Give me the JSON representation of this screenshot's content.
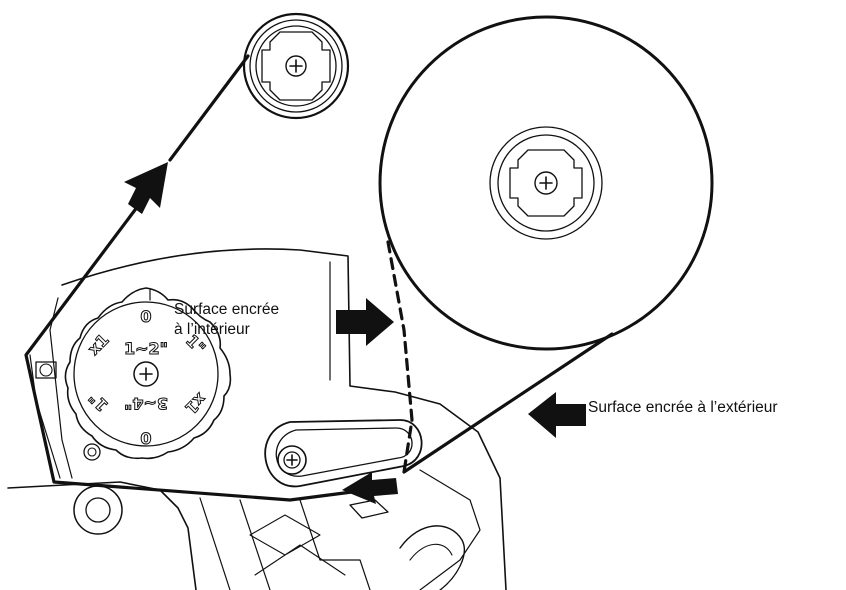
{
  "labels": {
    "inside_line1": "Surface encrée",
    "inside_line2": "à l’intérieur",
    "outside": "Surface encrée à l’extérieur"
  },
  "dial": {
    "top": "0",
    "bottom": "0",
    "center_top": "1~2\"",
    "center_bottom": "3~4\"",
    "left_top": "x1",
    "left_bottom": "1\"",
    "right_top": "1\"",
    "right_bottom": "x1"
  },
  "colors": {
    "line": "#111111",
    "background": "#ffffff"
  }
}
